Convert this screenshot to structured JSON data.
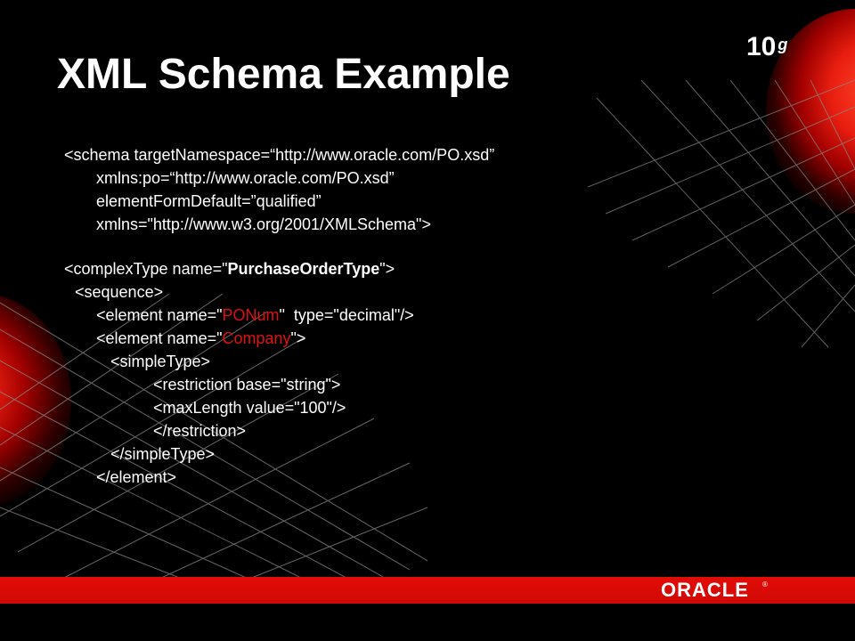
{
  "slide": {
    "title": "XML Schema Example",
    "version_number": "10",
    "version_letter": "g",
    "brand": "ORACLE",
    "registered_mark": "®",
    "accent_color": "#e01010",
    "bar_color": "#d00a06"
  },
  "code": {
    "l1": "<schema targetNamespace=“http://www.oracle.com/PO.xsd”",
    "l2": "xmlns:po=“http://www.oracle.com/PO.xsd”",
    "l3": "elementFormDefault=”qualified”",
    "l4": "xmlns=\"http://www.w3.org/2001/XMLSchema\">",
    "l5_pre": "<complexType name=\"",
    "l5_name": "PurchaseOrderType",
    "l5_post": "\">",
    "l6": "<sequence>",
    "l7_pre": "<element name=\"",
    "l7_name": "PONum",
    "l7_post": "\"  type=\"decimal\"/>",
    "l8_pre": "<element name=\"",
    "l8_name": "Company",
    "l8_post": "\">",
    "l9": "<simpleType>",
    "l10": "<restriction base=\"string\">",
    "l11": "<maxLength value=\"100\"/>",
    "l12": "</restriction>",
    "l13": "</simpleType>",
    "l14": "</element>"
  }
}
